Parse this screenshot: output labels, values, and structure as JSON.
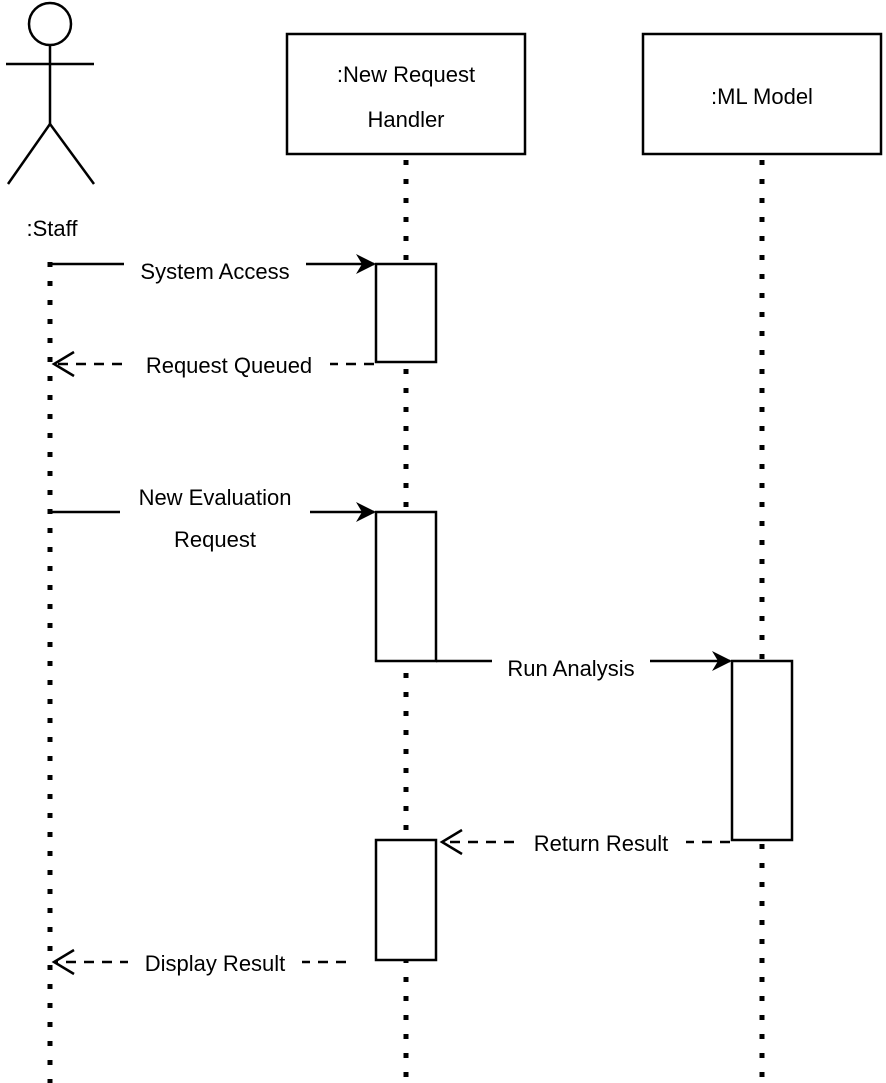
{
  "participants": {
    "actor": {
      "label": ":Staff"
    },
    "handler": {
      "line1": ":New Request",
      "line2": "Handler"
    },
    "model": {
      "label": ":ML Model"
    }
  },
  "messages": {
    "system_access": {
      "label": "System Access"
    },
    "request_queued": {
      "label": "Request Queued"
    },
    "new_evaluation": {
      "line1": "New Evaluation",
      "line2": "Request"
    },
    "run_analysis": {
      "label": "Run Analysis"
    },
    "return_result": {
      "label": "Return Result"
    },
    "display_result": {
      "label": "Display Result"
    }
  }
}
